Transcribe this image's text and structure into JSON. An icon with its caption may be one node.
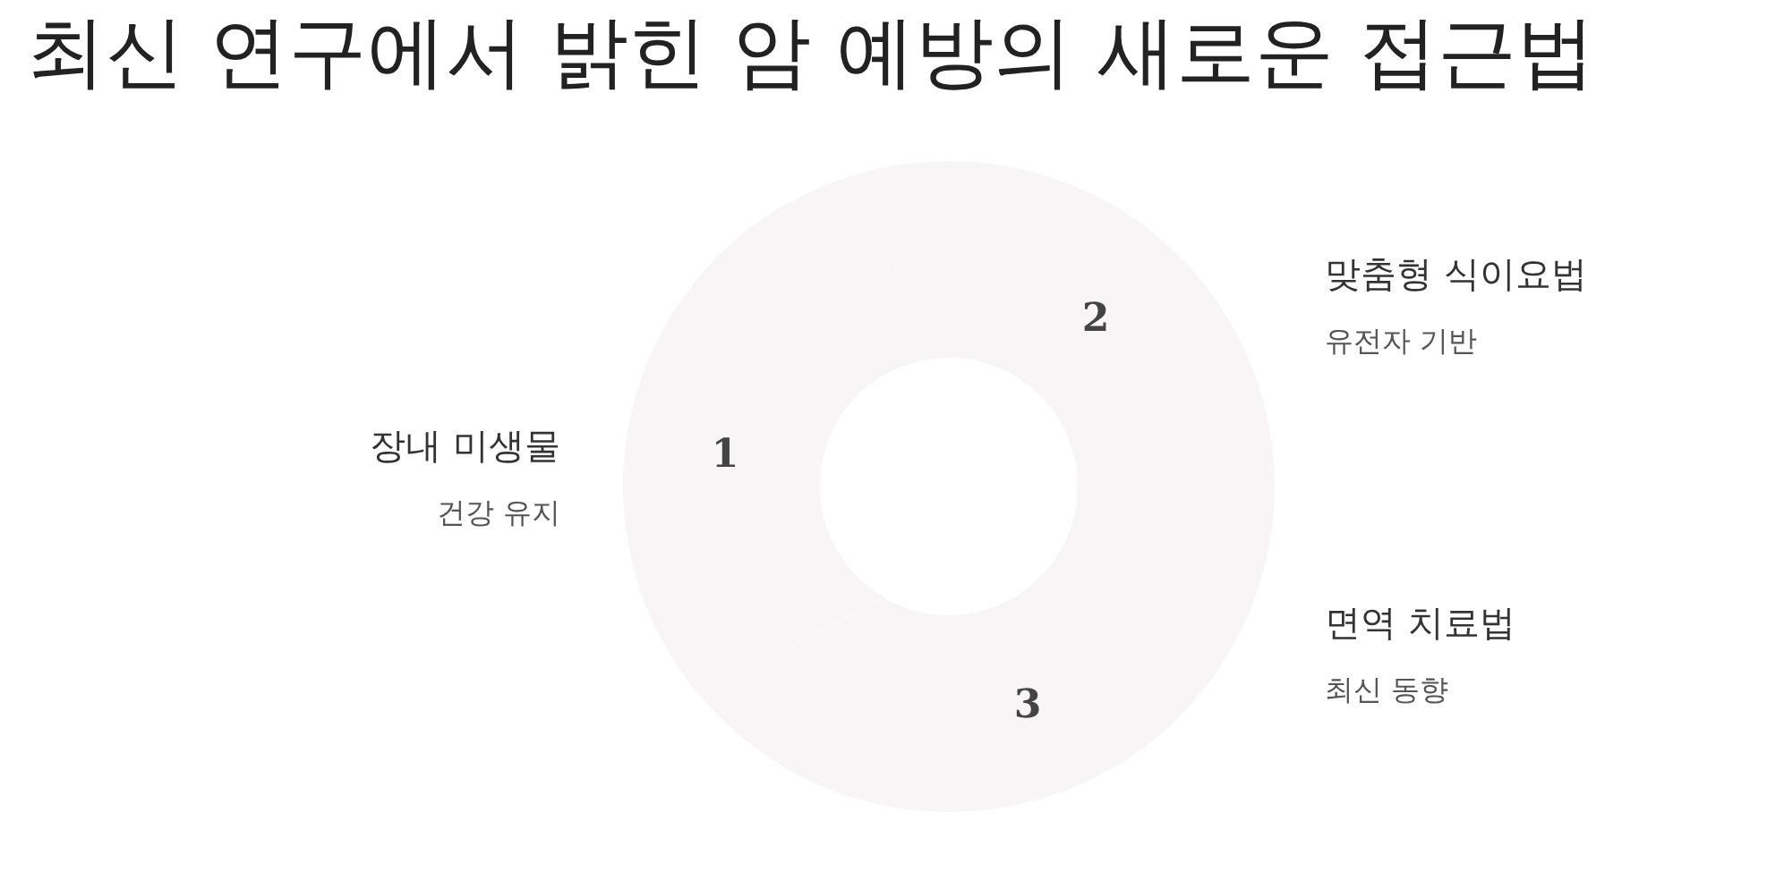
{
  "diagram": {
    "title": "최신 연구에서 밝힌 암 예방의 새로운 접근법",
    "nodes": [
      {
        "text": [
          "1"
        ],
        "beside": [
          "장내 미생물",
          "건강 유지"
        ]
      },
      {
        "text": [
          "2"
        ],
        "beside": [
          "맞춤형 식이요법",
          "유전자 기반"
        ]
      },
      {
        "text": [
          "3"
        ],
        "beside": [
          "면역 치료법",
          "최신 동향"
        ]
      }
    ]
  }
}
